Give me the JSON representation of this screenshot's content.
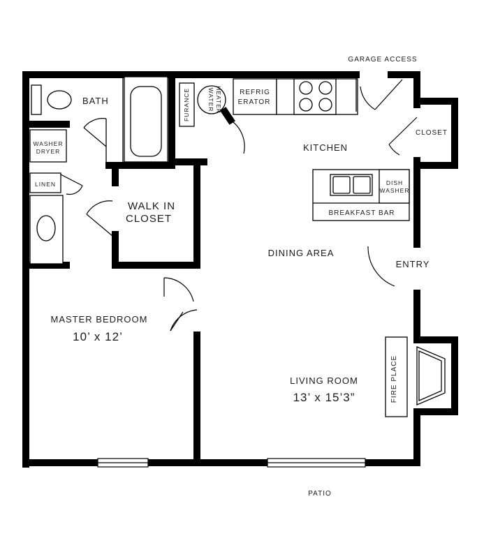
{
  "labels": {
    "garage_access": "GARAGE ACCESS",
    "bath": "BATH",
    "furnace": "FURANCE",
    "water_heater_1": "WATER",
    "water_heater_2": "HEATER",
    "refrigerator_1": "REFRIG",
    "refrigerator_2": "ERATOR",
    "closet": "CLOSET",
    "washer": "WASHER",
    "dryer": "DRYER",
    "kitchen": "KITCHEN",
    "linen": "LINEN",
    "walk_in_1": "WALK IN",
    "walk_in_2": "CLOSET",
    "dish_1": "DISH",
    "dish_2": "WASHER",
    "breakfast_bar": "BREAKFAST BAR",
    "dining_area": "DINING AREA",
    "entry": "ENTRY",
    "master_bedroom": "MASTER BEDROOM",
    "master_bedroom_size": "10’ x 12’",
    "living_room": "LIVING ROOM",
    "living_room_size": "13’ x 15’3”",
    "fire_place": "FIRE PLACE",
    "patio": "PATIO"
  },
  "colors": {
    "wall": "#000000",
    "background": "#ffffff",
    "text": "#1a1a1a"
  }
}
